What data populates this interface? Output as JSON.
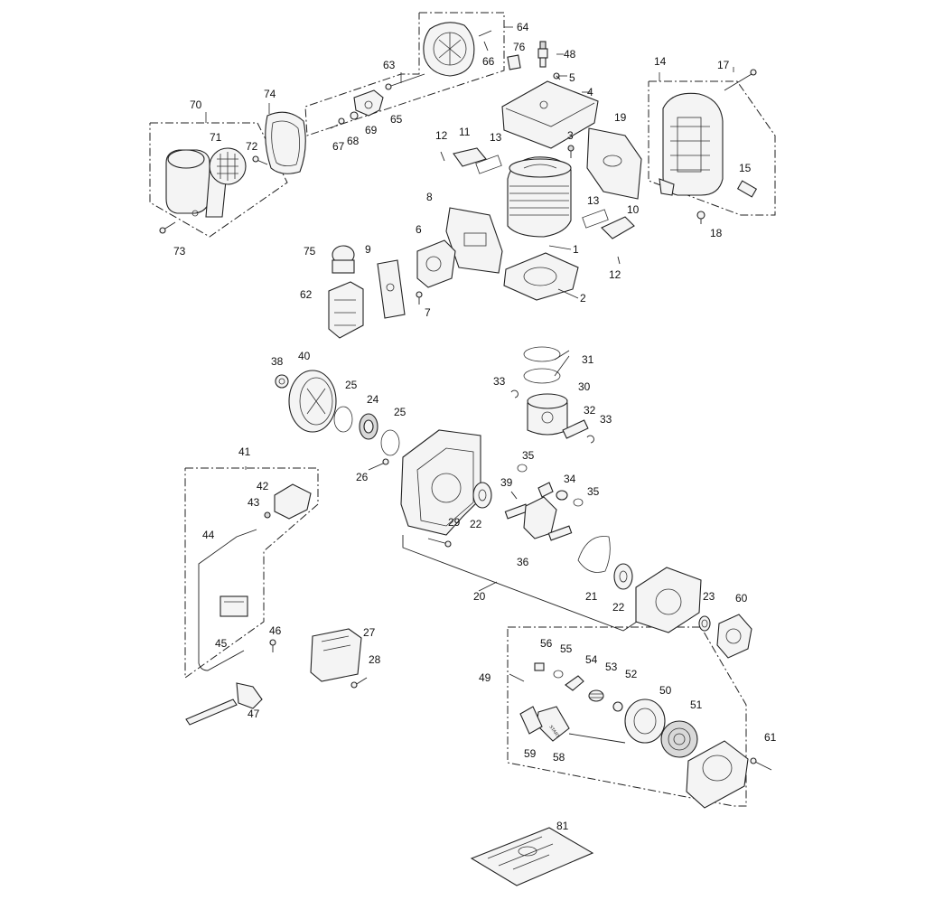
{
  "callouts": [
    "1",
    "2",
    "3",
    "4",
    "5",
    "6",
    "7",
    "8",
    "9",
    "10",
    "11",
    "12",
    "12",
    "13",
    "13",
    "14",
    "15",
    "17",
    "18",
    "19",
    "20",
    "21",
    "22",
    "22",
    "23",
    "24",
    "25",
    "25",
    "26",
    "27",
    "28",
    "29",
    "30",
    "31",
    "32",
    "33",
    "33",
    "34",
    "35",
    "35",
    "36",
    "38",
    "39",
    "40",
    "41",
    "42",
    "43",
    "44",
    "45",
    "46",
    "47",
    "48",
    "49",
    "50",
    "51",
    "52",
    "53",
    "54",
    "55",
    "56",
    "58",
    "59",
    "60",
    "61",
    "62",
    "63",
    "64",
    "65",
    "66",
    "67",
    "68",
    "69",
    "70",
    "71",
    "72",
    "73",
    "74",
    "75",
    "76",
    "81"
  ],
  "decals": {
    "start_label": "START"
  }
}
